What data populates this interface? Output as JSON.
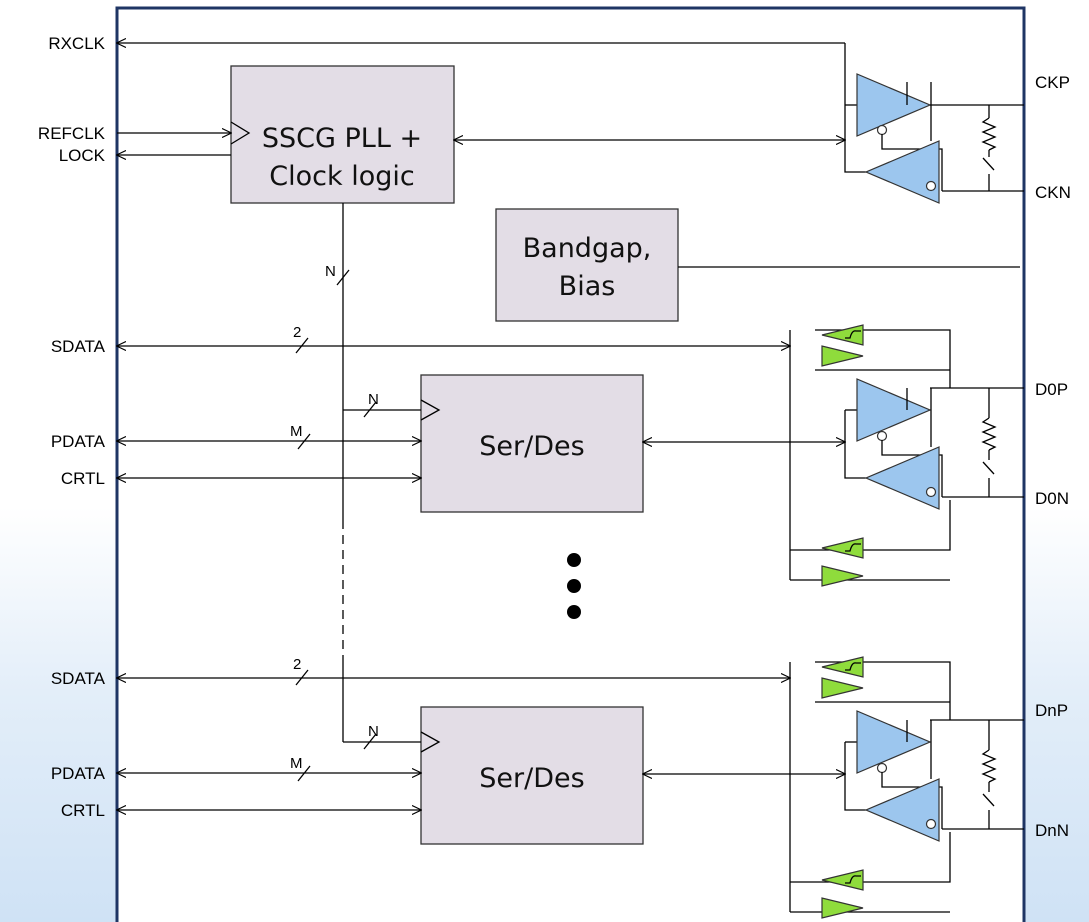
{
  "blocks": {
    "pll": {
      "line1": "SSCG PLL +",
      "line2": "Clock logic"
    },
    "bandgap": {
      "line1": "Bandgap,",
      "line2": "Bias"
    },
    "serdes0": {
      "label": "Ser/Des"
    },
    "serdes_n": {
      "label": "Ser/Des"
    }
  },
  "left_pins": {
    "rxclk": "RXCLK",
    "refclk": "REFCLK",
    "lock": "LOCK",
    "sdata0": "SDATA",
    "pdata0": "PDATA",
    "crtl0": "CRTL",
    "sdata_n": "SDATA",
    "pdata_n": "PDATA",
    "crtl_n": "CRTL"
  },
  "right_pins": {
    "ckp": "CKP",
    "ckn": "CKN",
    "d0p": "D0P",
    "d0n": "D0N",
    "dnp": "DnP",
    "dnn": "DnN"
  },
  "bus_widths": {
    "clock_bus": "N",
    "clock_bus_lane0": "N",
    "clock_bus_lane_n": "N",
    "sdata_lane0": "2",
    "sdata_lane_n": "2",
    "pdata_lane0": "M",
    "pdata_lane_n": "M"
  }
}
